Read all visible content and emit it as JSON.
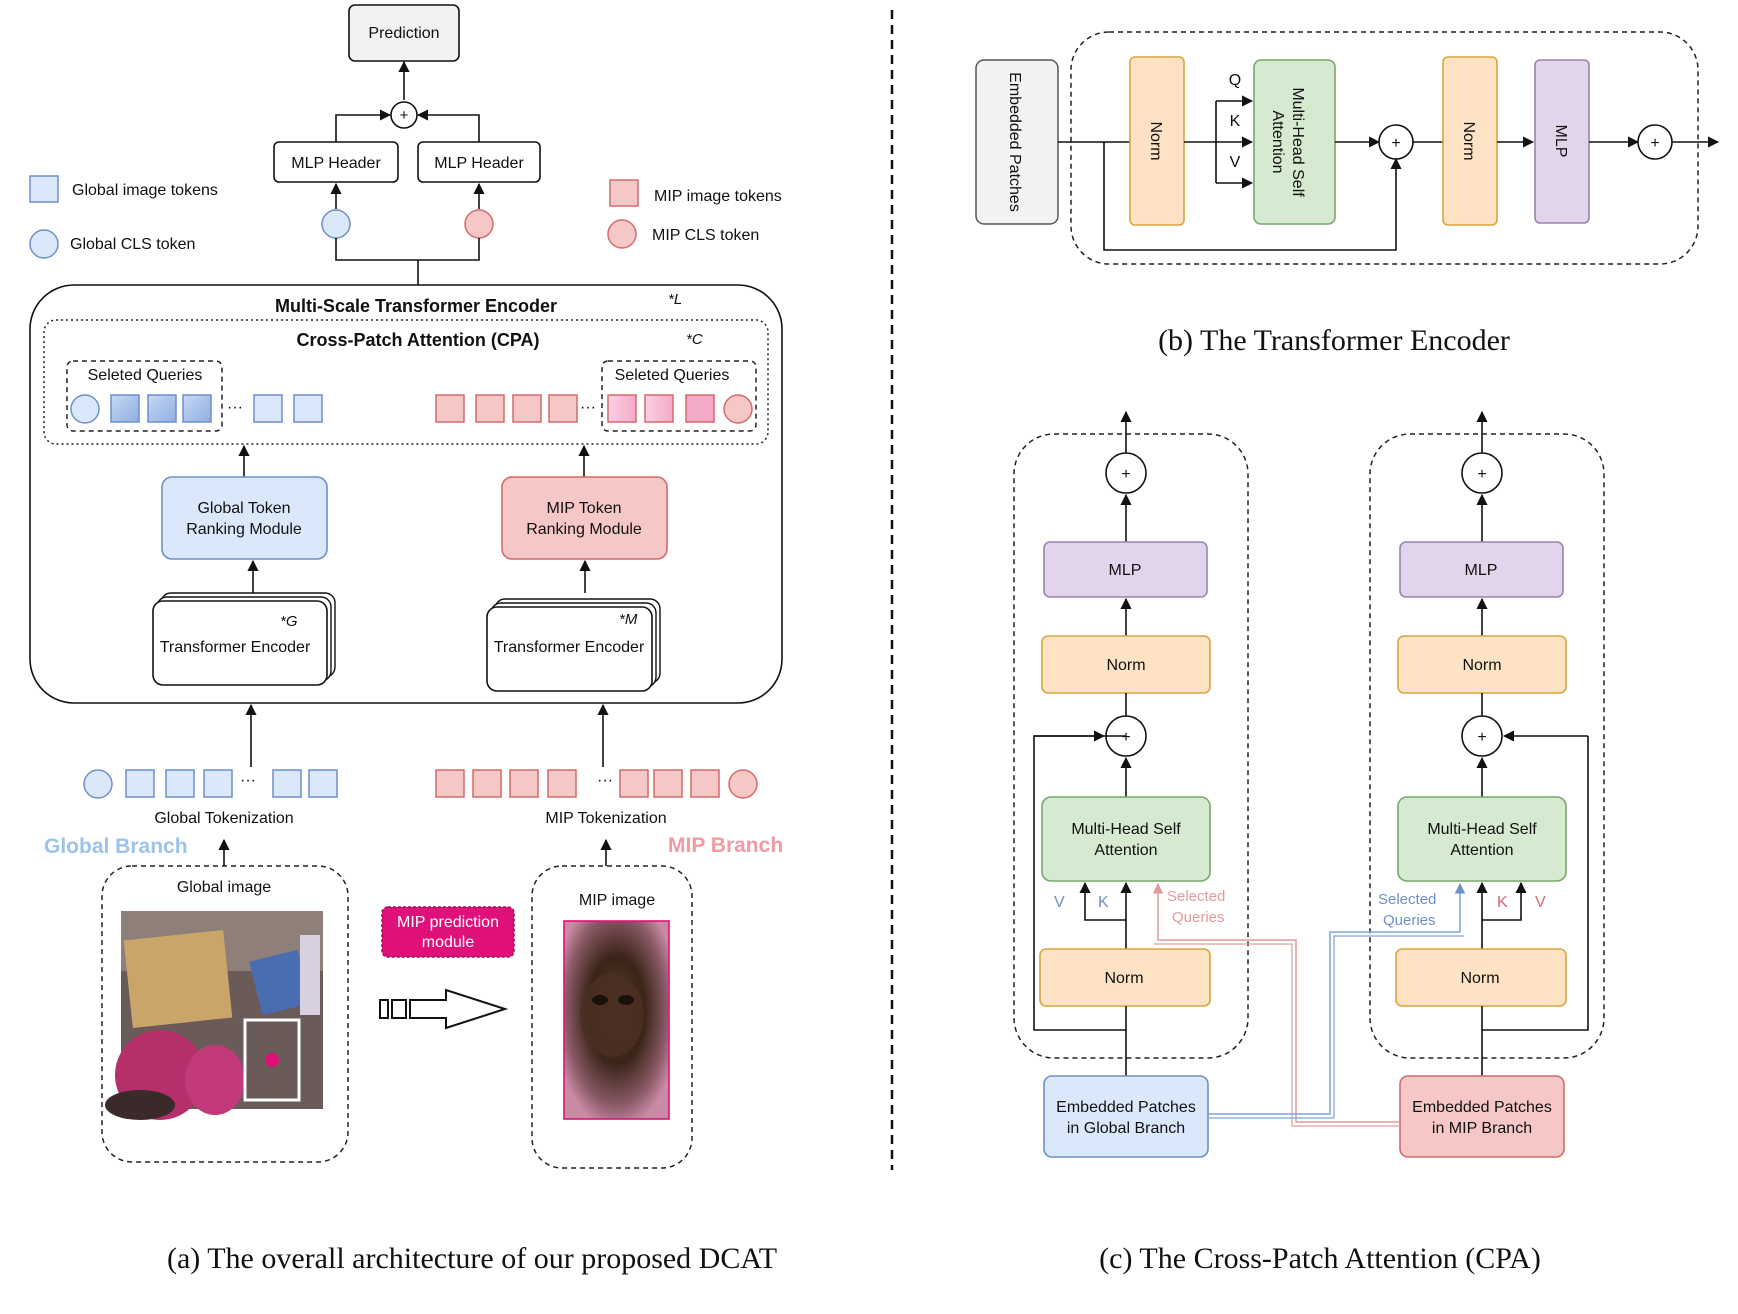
{
  "colors": {
    "global_fill": "#dbe8fb",
    "global_stroke": "#6d8fc9",
    "mip_fill": "#f6c7c7",
    "mip_stroke": "#d46a6a",
    "norm_fill": "#fde3c4",
    "norm_stroke": "#d9a441",
    "mhsa_fill": "#d5ead0",
    "mhsa_stroke": "#77a96b",
    "mlp_fill": "#e2d4ea",
    "mlp_stroke": "#9c82b0",
    "global_branch_text": "#9cc3ec",
    "mip_branch_text": "#f19aa2",
    "mip_module_fill": "#e0107a"
  },
  "panel_a": {
    "prediction": "Prediction",
    "mlp_header_left": "MLP Header",
    "mlp_header_right": "MLP Header",
    "legend": {
      "global_tokens": "Global image tokens",
      "global_cls": "Global CLS token",
      "mip_tokens": "MIP image tokens",
      "mip_cls": "MIP CLS token"
    },
    "encoder_title": "Multi-Scale Transformer Encoder",
    "encoder_mult": "*L",
    "cpa_title": "Cross-Patch Attention (CPA)",
    "cpa_mult": "*C",
    "selected_queries_left": "Seleted Queries",
    "selected_queries_right": "Seleted Queries",
    "global_ranking_line1": "Global Token",
    "global_ranking_line2": "Ranking Module",
    "mip_ranking_line1": "MIP Token",
    "mip_ranking_line2": "Ranking Module",
    "transformer_left": "Transformer Encoder",
    "transformer_left_mult": "*G",
    "transformer_right": "Transformer Encoder",
    "transformer_right_mult": "*M",
    "ellipsis": "···",
    "global_tokenization": "Global Tokenization",
    "mip_tokenization": "MIP Tokenization",
    "global_branch": "Global Branch",
    "mip_branch": "MIP Branch",
    "global_image": "Global image",
    "mip_image": "MIP image",
    "mip_module_line1": "MIP prediction",
    "mip_module_line2": "module",
    "caption": "(a) The overall architecture of our proposed DCAT"
  },
  "panel_b": {
    "embedded": "Embedded Patches",
    "norm1": "Norm",
    "q": "Q",
    "k": "K",
    "v": "V",
    "mhsa_line1": "Multi-Head Self",
    "mhsa_line2": "Attention",
    "norm2": "Norm",
    "mlp": "MLP",
    "plus": "+",
    "caption": "(b) The Transformer Encoder"
  },
  "panel_c": {
    "plus": "+",
    "mlp": "MLP",
    "norm": "Norm",
    "mhsa_line1": "Multi-Head Self",
    "mhsa_line2": "Attention",
    "v": "V",
    "k": "K",
    "selected_line1": "Selected",
    "selected_line2": "Queries",
    "embedded_global_line1": "Embedded Patches",
    "embedded_global_line2": "in Global Branch",
    "embedded_mip_line1": "Embedded Patches",
    "embedded_mip_line2": "in MIP Branch",
    "caption": "(c) The Cross-Patch Attention (CPA)"
  }
}
